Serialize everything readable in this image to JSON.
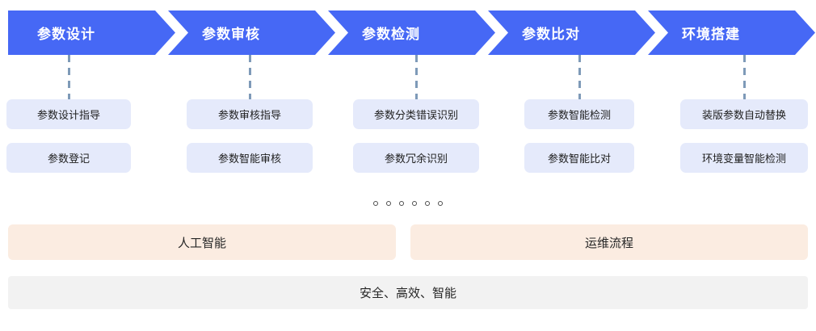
{
  "colors": {
    "arrow": "#4668F5",
    "arrow_text": "#FFFFFF",
    "connector": "#7E9AB8",
    "box_bg": "#E5EAFB",
    "box_text": "#212121",
    "band_bg": "#FBECE1",
    "footer_bg": "#F2F2F2",
    "text_dark": "#262626",
    "dot": "#4D4D4D"
  },
  "stages": [
    {
      "label": "参数设计",
      "items": [
        "参数设计指导",
        "参数登记"
      ]
    },
    {
      "label": "参数审核",
      "items": [
        "参数审核指导",
        "参数智能审核"
      ]
    },
    {
      "label": "参数检测",
      "items": [
        "参数分类错误识别",
        "参数冗余识别"
      ]
    },
    {
      "label": "参数比对",
      "items": [
        "参数智能检测",
        "参数智能比对"
      ]
    },
    {
      "label": "环境搭建",
      "items": [
        "装版参数自动替换",
        "环境变量智能检测"
      ]
    }
  ],
  "ellipsis_dots": 6,
  "bands": [
    {
      "label": "人工智能"
    },
    {
      "label": "运维流程"
    }
  ],
  "footer": {
    "label": "安全、高效、智能"
  }
}
